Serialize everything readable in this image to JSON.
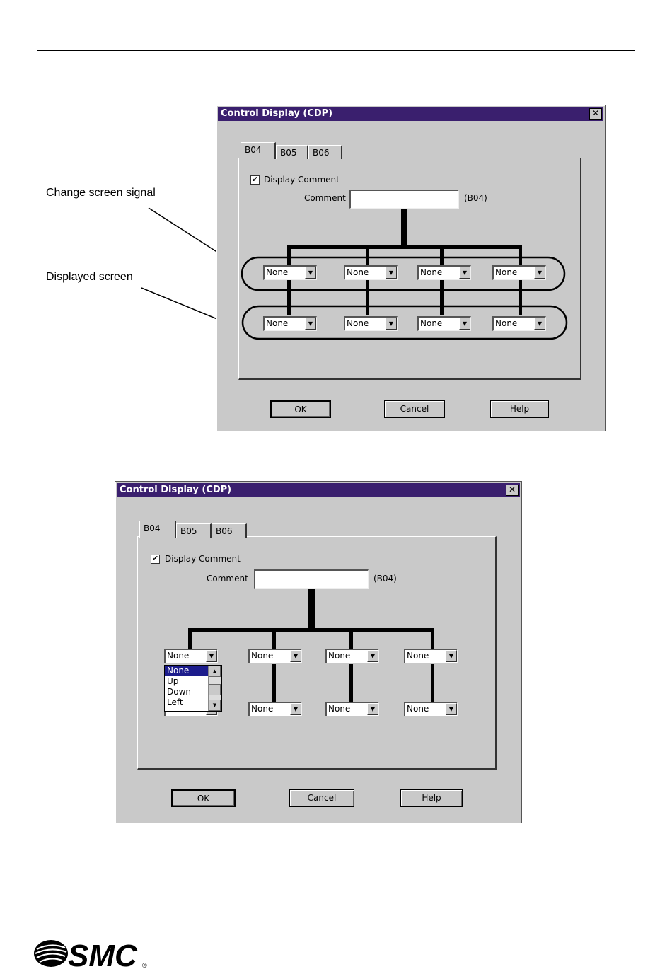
{
  "annotations": {
    "change_screen_signal": "Change screen signal",
    "displayed_screen": "Displayed screen"
  },
  "dialog1": {
    "title": "Control Display (CDP)",
    "close": "✕",
    "tabs": [
      "B04",
      "B05",
      "B06"
    ],
    "display_comment": "Display Comment",
    "comment_label": "Comment",
    "comment_value": "",
    "comment_ref": "(B04)",
    "row1": [
      "None",
      "None",
      "None",
      "None"
    ],
    "row2": [
      "None",
      "None",
      "None",
      "None"
    ],
    "ok": "OK",
    "cancel": "Cancel",
    "help": "Help"
  },
  "dialog2": {
    "title": "Control Display (CDP)",
    "close": "✕",
    "tabs": [
      "B04",
      "B05",
      "B06"
    ],
    "display_comment": "Display Comment",
    "comment_label": "Comment",
    "comment_value": "",
    "comment_ref": "(B04)",
    "row1": [
      "None",
      "None",
      "None",
      "None"
    ],
    "row2": [
      "None",
      "None",
      "None",
      "None"
    ],
    "dropdown_options": [
      "None",
      "Up",
      "Down",
      "Left"
    ],
    "ok": "OK",
    "cancel": "Cancel",
    "help": "Help"
  },
  "footer": {
    "logo_text": "SMC",
    "registered": "®"
  },
  "icons": {
    "checkbox": "check-icon",
    "combo_arrow": "dropdown-arrow-icon",
    "close": "close-icon"
  }
}
